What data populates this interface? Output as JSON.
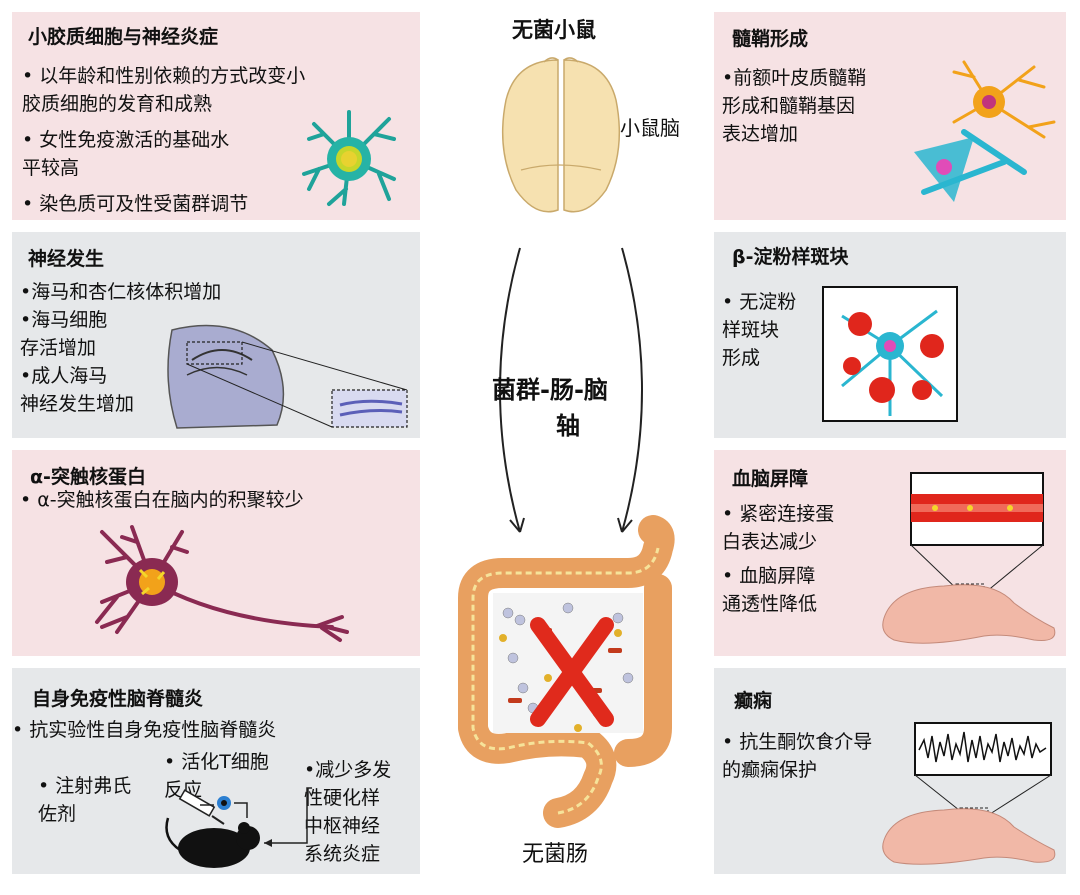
{
  "center": {
    "mouse_title": "无菌小鼠",
    "brain_label": "小鼠脑",
    "axis_line1": "菌群-肠-脑",
    "axis_line2": "轴",
    "gut_label": "无菌肠"
  },
  "microglia": {
    "title": "小胶质细胞与神经炎症",
    "b1_l1": "• 以年龄和性别依赖的方式改变小",
    "b1_l2": "  胶质细胞的发育和成熟",
    "b2_l1": "• 女性免疫激活的基础水",
    "b2_l2": "  平较高",
    "b3": "• 染色质可及性受菌群调节"
  },
  "neurogenesis": {
    "title": "神经发生",
    "l1": "•海马和杏仁核体积增加",
    "l2": "•海马细胞",
    "l3": " 存活增加",
    "l4": "•成人海马",
    "l5": " 神经发生增加"
  },
  "synuclein": {
    "title": "α-突触核蛋白",
    "l1": "• α-突触核蛋白在脑内的积聚较少"
  },
  "eae": {
    "title": "自身免疫性脑脊髓炎",
    "l1": "• 抗实验性自身免疫性脑脊髓炎",
    "inj_l1": "•  注射弗氏",
    "inj_l2": "    佐剂",
    "tcell_l1": "•  活化T细胞",
    "tcell_l2": "   反应",
    "ms_l1": "•减少多发",
    "ms_l2": " 性硬化样",
    "ms_l3": " 中枢神经",
    "ms_l4": " 系统炎症"
  },
  "myelination": {
    "title": "髓鞘形成",
    "l1": "•前额叶皮质髓鞘",
    "l2": " 形成和髓鞘基因",
    "l3": " 表达增加"
  },
  "amyloid": {
    "title": "β-淀粉样斑块",
    "l1": "• 无淀粉",
    "l2": "  样斑块",
    "l3": "  形成"
  },
  "bbb": {
    "title": "血脑屏障",
    "l1": "• 紧密连接蛋",
    "l2": "  白表达减少",
    "l3": "• 血脑屏障",
    "l4": "  通透性降低"
  },
  "epilepsy": {
    "title": "癫痫",
    "l1": "• 抗生酮饮食介导",
    "l2": "  的癫痫保护"
  },
  "colors": {
    "panel_pink": "#f6e2e4",
    "panel_gray": "#e6e8ea",
    "cross_red": "#e02a1c"
  },
  "icons": [
    "microglia-cell-icon",
    "hippocampus-slice-icon",
    "neuron-icon",
    "mouse-icon",
    "oligodendrocyte-icon",
    "amyloid-plaque-icon",
    "blood-vessel-icon",
    "eeg-trace-icon",
    "mouse-brain-icon",
    "intestine-icon",
    "red-x-icon"
  ]
}
